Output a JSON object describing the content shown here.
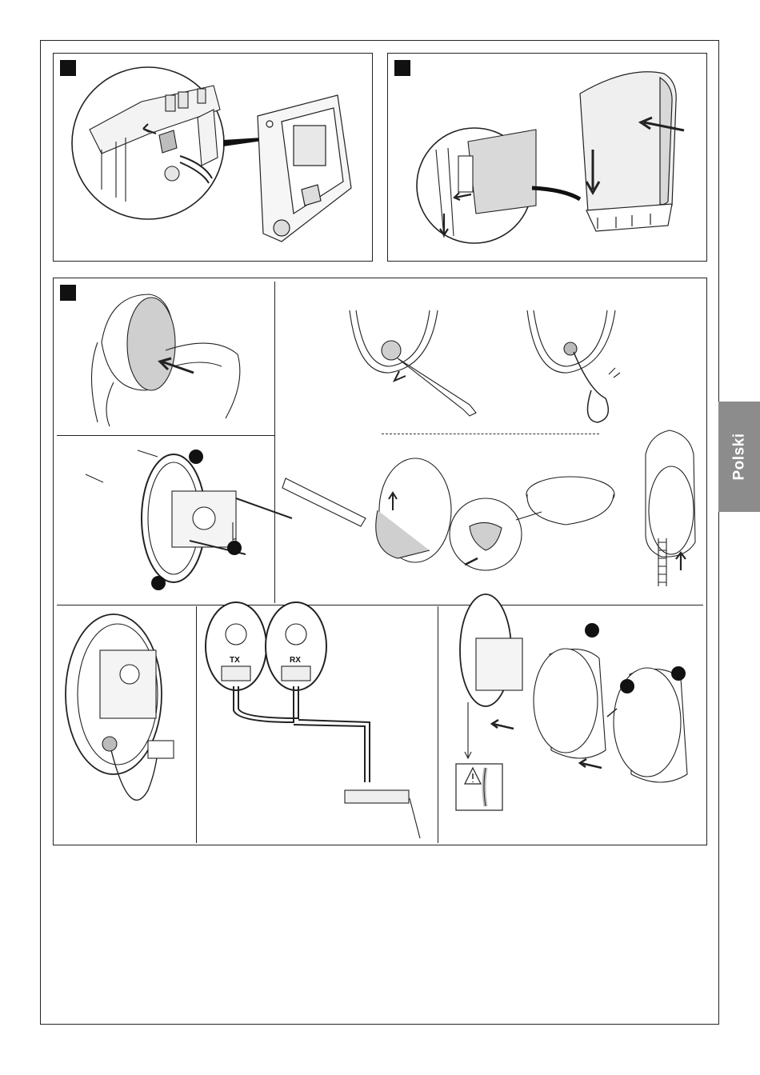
{
  "side_tab": {
    "language": "Polski"
  },
  "figure_labels": {
    "tx": "TX",
    "rx": "RX"
  },
  "colors": {
    "line": "#222222",
    "tab_gray": "#8c8c8c",
    "fill_gray": "#d9d9d9"
  },
  "icons": [
    "warning-triangle-icon",
    "push-arrow-icon",
    "screwdriver-icon",
    "screw-icon"
  ]
}
